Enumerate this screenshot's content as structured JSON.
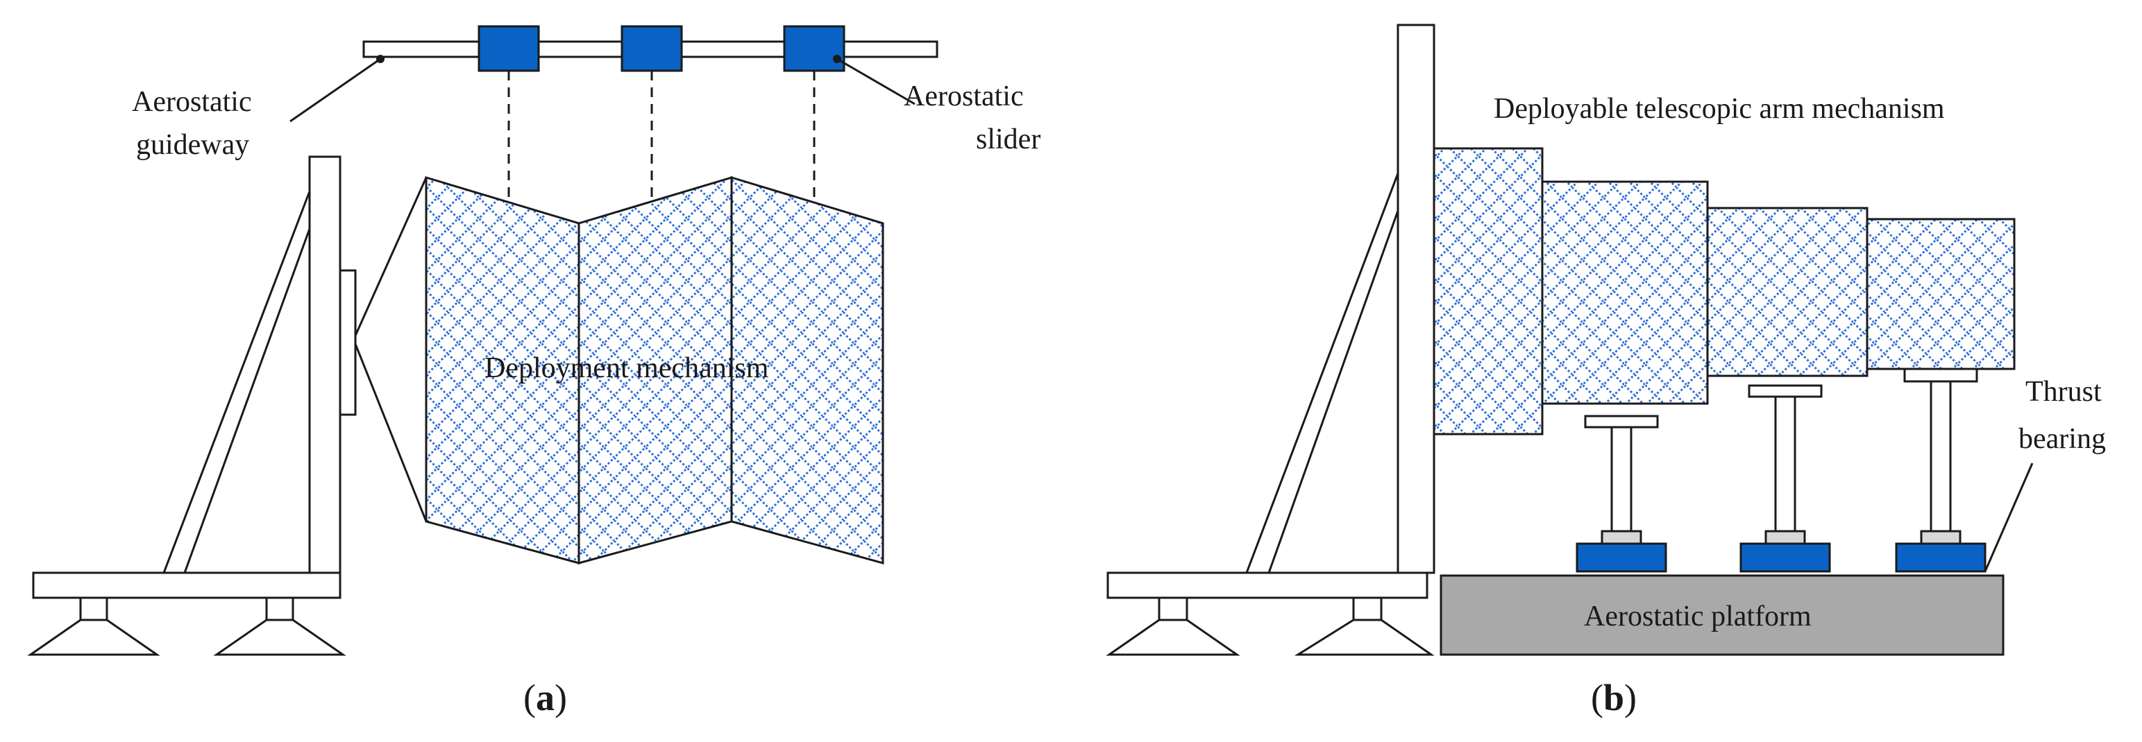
{
  "panel_a": {
    "label_guideway_line1": "Aerostatic",
    "label_guideway_line2": "guideway",
    "label_slider_line1": "Aerostatic",
    "label_slider_line2": "slider",
    "label_mechanism": "Deployment mechanism",
    "caption_open": "(",
    "caption_letter": "a",
    "caption_close": ")"
  },
  "panel_b": {
    "label_telescopic": "Deployable telescopic arm mechanism",
    "label_thrust_line1": "Thrust",
    "label_thrust_line2": "bearing",
    "label_platform": "Aerostatic platform",
    "caption_open": "(",
    "caption_letter": "b",
    "caption_close": ")"
  },
  "colors": {
    "slider_blue": "#0a63c4",
    "mesh_blue": "#2f6fd6",
    "platform_gray": "#a9a9a9",
    "line_black": "#1a1a1a"
  }
}
